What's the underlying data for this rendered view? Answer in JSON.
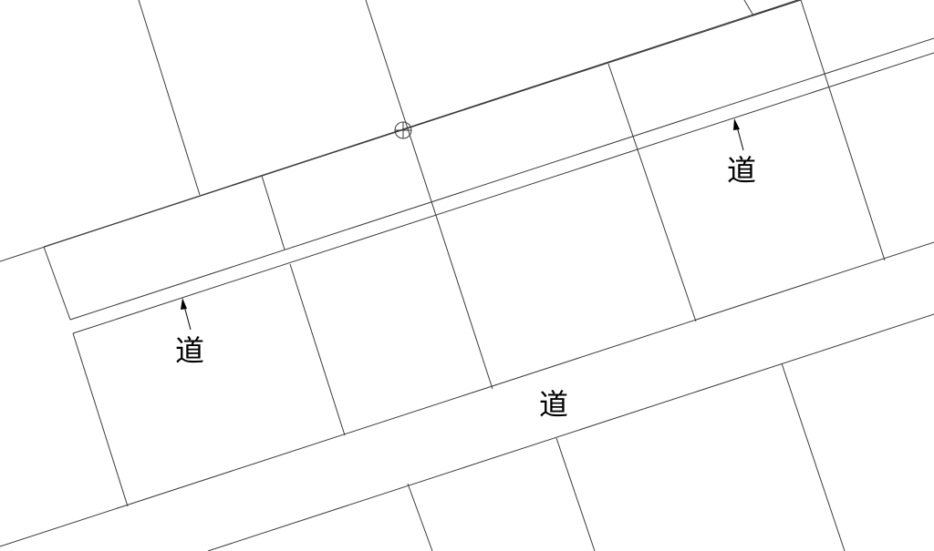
{
  "map": {
    "labels": {
      "road_upper_left": "道",
      "road_upper_right": "道",
      "road_main": "道"
    },
    "colors": {
      "background": "#ffffff",
      "line": "#3a3a3a",
      "text": "#000000"
    },
    "benchmark_symbol": "circle-cross-icon"
  }
}
